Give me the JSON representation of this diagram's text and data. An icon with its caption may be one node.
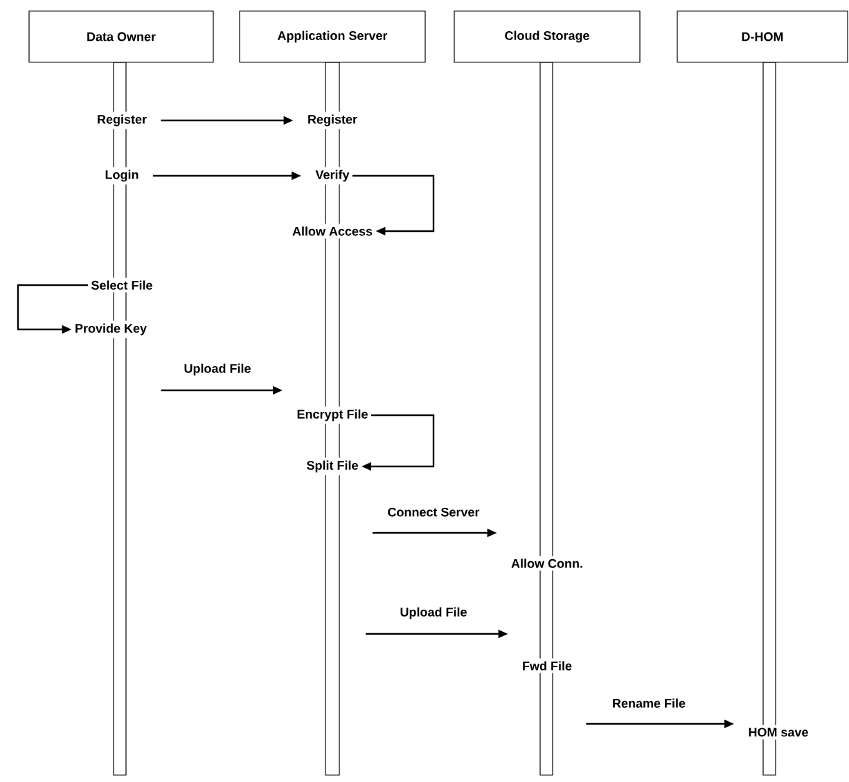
{
  "diagram": {
    "nodes": [
      {
        "text": [
          "Data Owner"
        ]
      },
      {
        "text": [
          "Application Server"
        ]
      },
      {
        "text": [
          "Cloud Storage"
        ]
      },
      {
        "text": [
          "D-HOM"
        ]
      },
      {
        "text": [
          "Register"
        ]
      },
      {
        "text": [
          "Register"
        ]
      },
      {
        "text": [
          "Login"
        ]
      },
      {
        "text": [
          "Verify"
        ]
      },
      {
        "text": [
          "Allow Access"
        ]
      },
      {
        "text": [
          "Select File"
        ]
      },
      {
        "text": [
          "Provide Key"
        ]
      },
      {
        "text": [
          "Encrypt File"
        ]
      },
      {
        "text": [
          "Split File"
        ]
      },
      {
        "text": [
          "Allow Conn."
        ]
      },
      {
        "text": [
          "Fwd File"
        ]
      },
      {
        "text": [
          "HOM save"
        ]
      }
    ],
    "edges": [
      {
        "from": 4,
        "to": 5,
        "arrow": "to"
      },
      {
        "from": 6,
        "to": 7,
        "arrow": "to"
      },
      {
        "from": 7,
        "to": 8,
        "arrow": "to"
      },
      {
        "from": 9,
        "to": 10,
        "arrow": "to"
      },
      {
        "from": 10,
        "to": 11,
        "arrow": "to",
        "label": "Upload File"
      },
      {
        "from": 11,
        "to": 12,
        "arrow": "to"
      },
      {
        "from": 12,
        "to": 13,
        "arrow": "to",
        "label": "Connect Server"
      },
      {
        "from": null,
        "to": 14,
        "arrow": "to",
        "label": "Upload File"
      },
      {
        "from": 14,
        "to": 15,
        "arrow": "to",
        "label": "Rename File"
      }
    ]
  }
}
